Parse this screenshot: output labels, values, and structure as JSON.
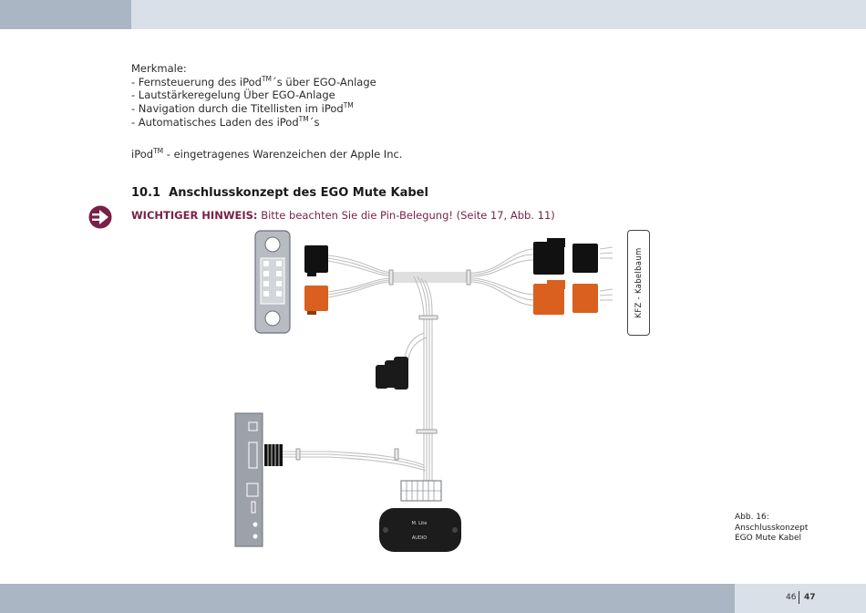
{
  "header": {},
  "features": {
    "title": "Merkmale:",
    "items": [
      {
        "pre": "-  Fernsteuerung des iPod",
        "tm": "TM",
        "post": "´s über EGO-Anlage"
      },
      {
        "pre": "-  Lautstärkeregelung Über EGO-Anlage",
        "tm": "",
        "post": ""
      },
      {
        "pre": "-  Navigation durch die Titellisten im iPod",
        "tm": "TM",
        "post": ""
      },
      {
        "pre": "-  Automatisches Laden des iPod",
        "tm": "TM",
        "post": "´s"
      }
    ]
  },
  "trademark": {
    "pre": "iPod",
    "tm": "TM",
    "post": " - eingetragenes Warenzeichen der Apple Inc."
  },
  "section": {
    "number": "10.1",
    "title": "Anschlusskonzept des EGO Mute Kabel"
  },
  "notice": {
    "label": "WICHTIGER HINWEIS:",
    "text": " Bitte beachten Sie die Pin-Belegung! (Seite 17, Abb. 11)"
  },
  "diagram": {
    "kfz_label": "KFZ - Kabelbaum",
    "module_label_1": "M. Lite",
    "module_label_2": "AUDIO"
  },
  "caption": {
    "line1": "Abb. 16:",
    "line2": "Anschlusskonzept",
    "line3": "EGO Mute Kabel"
  },
  "footer": {
    "page_left": "46",
    "page_right": "47"
  },
  "colors": {
    "accent": "#7a1f47",
    "orange": "#d9601f",
    "bar_dark": "#aab6c3",
    "bar_light": "#d9e0e7"
  }
}
